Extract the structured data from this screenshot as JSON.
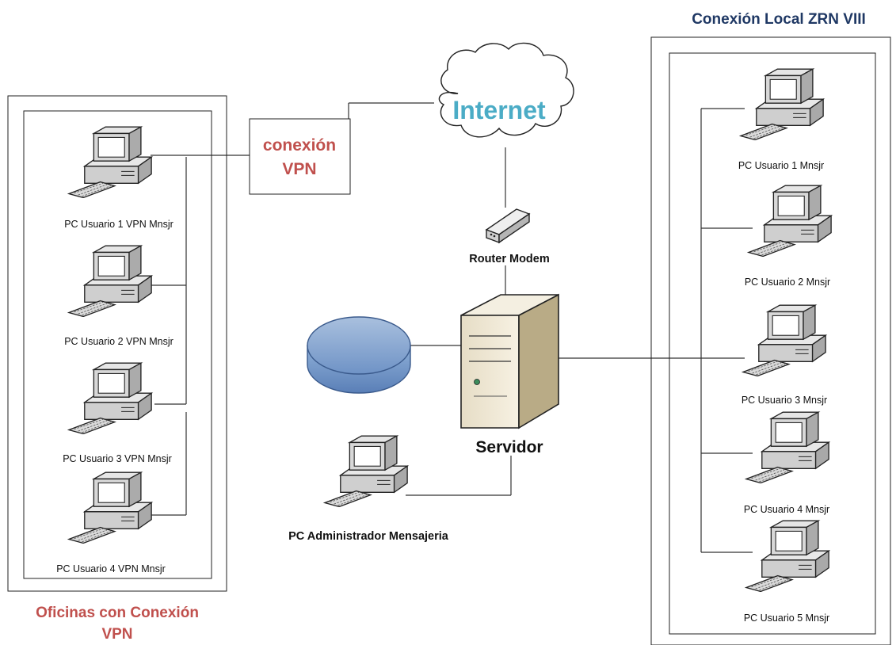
{
  "internet_label": "Internet",
  "vpn_box_label_line1": "conexión",
  "vpn_box_label_line2": "VPN",
  "router_label": "Router Modem",
  "server_label": "Servidor",
  "admin_pc_label": "PC Administrador Mensajeria",
  "left_group": {
    "caption_line1": "Oficinas con Conexión",
    "caption_line2": "VPN",
    "pcs": [
      "PC Usuario 1 VPN Mnsjr",
      "PC Usuario 2 VPN Mnsjr",
      "PC Usuario 3 VPN Mnsjr",
      "PC Usuario 4 VPN Mnsjr"
    ]
  },
  "right_group": {
    "title": "Conexión Local ZRN VIII",
    "pcs": [
      "PC Usuario 1 Mnsjr",
      "PC Usuario 2 Mnsjr",
      "PC Usuario 3 Mnsjr",
      "PC Usuario 4 Mnsjr",
      "PC Usuario 5 Mnsjr"
    ]
  },
  "colors": {
    "red_text": "#c0504d",
    "teal_text": "#4bacc6",
    "navy_text": "#1f3864",
    "line": "#333333"
  }
}
